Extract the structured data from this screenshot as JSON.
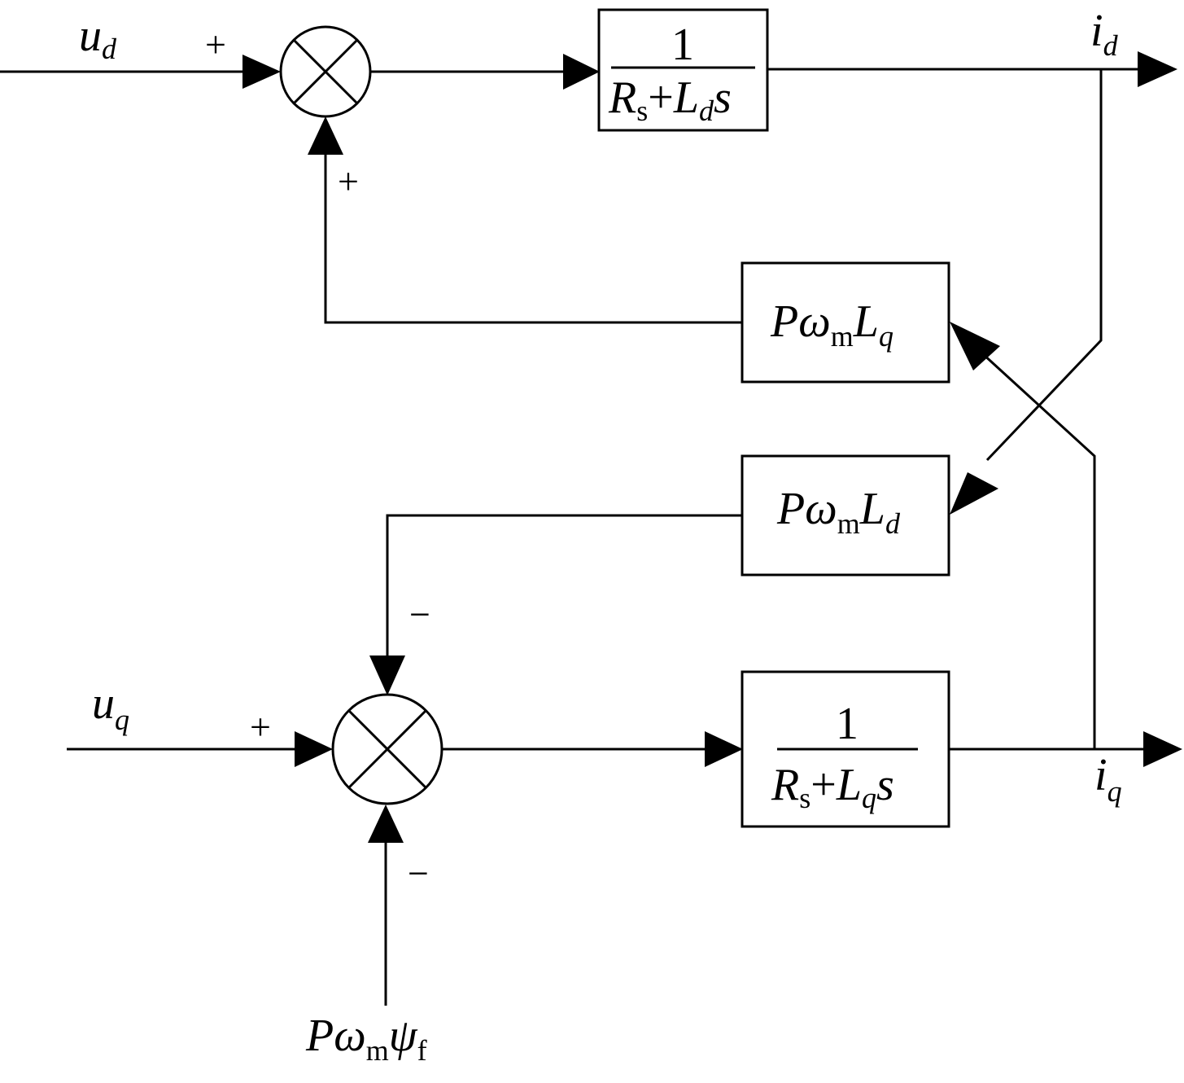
{
  "signals": {
    "ud": {
      "main": "u",
      "sub": "d"
    },
    "uq": {
      "main": "u",
      "sub": "q"
    },
    "id": {
      "main": "i",
      "sub": "d"
    },
    "iq": {
      "main": "i",
      "sub": "q"
    },
    "flux_input": {
      "p": "P",
      "omega": "ω",
      "m": "m",
      "psi": "ψ",
      "f": "f"
    }
  },
  "signs": {
    "d_input": "+",
    "d_feedback": "+",
    "q_input": "+",
    "q_cross": "−",
    "q_flux": "−"
  },
  "blocks": {
    "d_transfer": {
      "num": "1",
      "R": "R",
      "Rsub": "s",
      "plus": "+",
      "L": "L",
      "Lsub": "d",
      "s": "s"
    },
    "q_transfer": {
      "num": "1",
      "R": "R",
      "Rsub": "s",
      "plus": "+",
      "L": "L",
      "Lsub": "q",
      "s": "s"
    },
    "cross_lq": {
      "P": "P",
      "omega": "ω",
      "m": "m",
      "L": "L",
      "Lsub": "q"
    },
    "cross_ld": {
      "P": "P",
      "omega": "ω",
      "m": "m",
      "L": "L",
      "Lsub": "d"
    }
  }
}
